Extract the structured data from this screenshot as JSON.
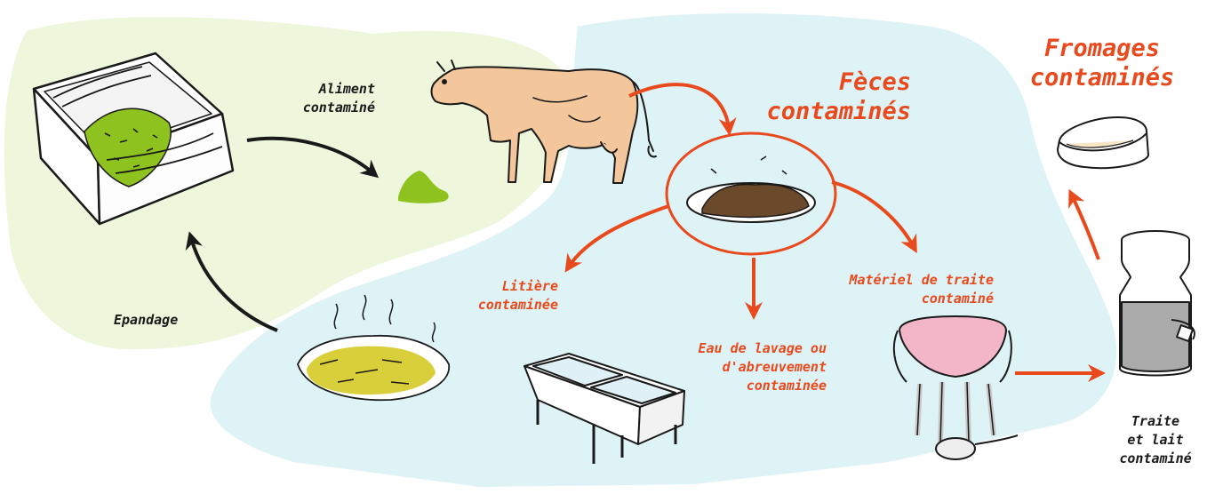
{
  "colors": {
    "green_zone": "#eef6dc",
    "blue_zone": "#def3f6",
    "accent_red": "#e8491d",
    "feed_green": "#8dc21f",
    "cow_skin": "#f3c79b",
    "feces_brown": "#6b4a2b",
    "straw_yellow": "#d9cf3a",
    "udder_pink": "#f2b6c8",
    "ink": "#1a1a1a"
  },
  "labels": {
    "aliment": [
      "Aliment",
      "contaminé"
    ],
    "feces": [
      "Fèces",
      "contaminés"
    ],
    "fromages": [
      "Fromages",
      "contaminés"
    ],
    "epandage": [
      "Epandage"
    ],
    "litiere": [
      "Litière",
      "contaminée"
    ],
    "eau": [
      "Eau de lavage ou",
      "d'abreuvement",
      "contaminée"
    ],
    "materiel": [
      "Matériel de traite",
      "contaminé"
    ],
    "traite": [
      "Traite",
      "et lait",
      "contaminé"
    ]
  },
  "icons": [
    "feed-trough-icon",
    "feed-pile-icon",
    "cow-icon",
    "feces-icon",
    "straw-litter-icon",
    "water-trough-icon",
    "milking-cluster-icon",
    "milk-can-icon",
    "cheese-icon"
  ]
}
